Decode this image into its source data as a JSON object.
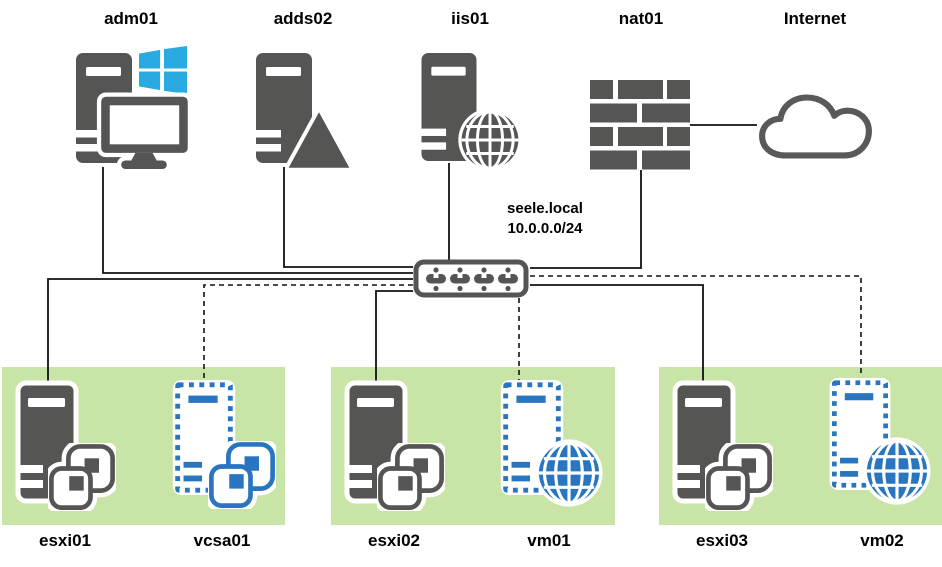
{
  "top_nodes": [
    {
      "label": "adm01",
      "icon": "server-tower-monitor-windows"
    },
    {
      "label": "adds02",
      "icon": "server-tower-directory-triangle"
    },
    {
      "label": "iis01",
      "icon": "server-tower-web-globe"
    },
    {
      "label": "nat01",
      "icon": "firewall-brick-wall"
    },
    {
      "label": "Internet",
      "icon": "internet-cloud"
    }
  ],
  "network": {
    "name": "seele.local",
    "subnet": "10.0.0.0/24",
    "icon": "ethernet-switch"
  },
  "host_groups": [
    {
      "hosts": [
        {
          "label": "esxi01",
          "icon": "esxi-host-vmware"
        },
        {
          "label": "vcsa01",
          "icon": "virtual-appliance-vmware",
          "link_style": "dashed"
        }
      ]
    },
    {
      "hosts": [
        {
          "label": "esxi02",
          "icon": "esxi-host-vmware"
        },
        {
          "label": "vm01",
          "icon": "virtual-machine-web-globe",
          "link_style": "dashed"
        }
      ]
    },
    {
      "hosts": [
        {
          "label": "esxi03",
          "icon": "esxi-host-vmware"
        },
        {
          "label": "vm02",
          "icon": "virtual-machine-web-globe",
          "link_style": "dashed"
        }
      ]
    }
  ],
  "colors": {
    "icon_dark": "#555554",
    "host_group_background": "#c8e5a7",
    "windows_blue": "#29abe2",
    "vmware_blue": "#2a75c0",
    "connector_line": "#111111",
    "background": "#ffffff"
  }
}
